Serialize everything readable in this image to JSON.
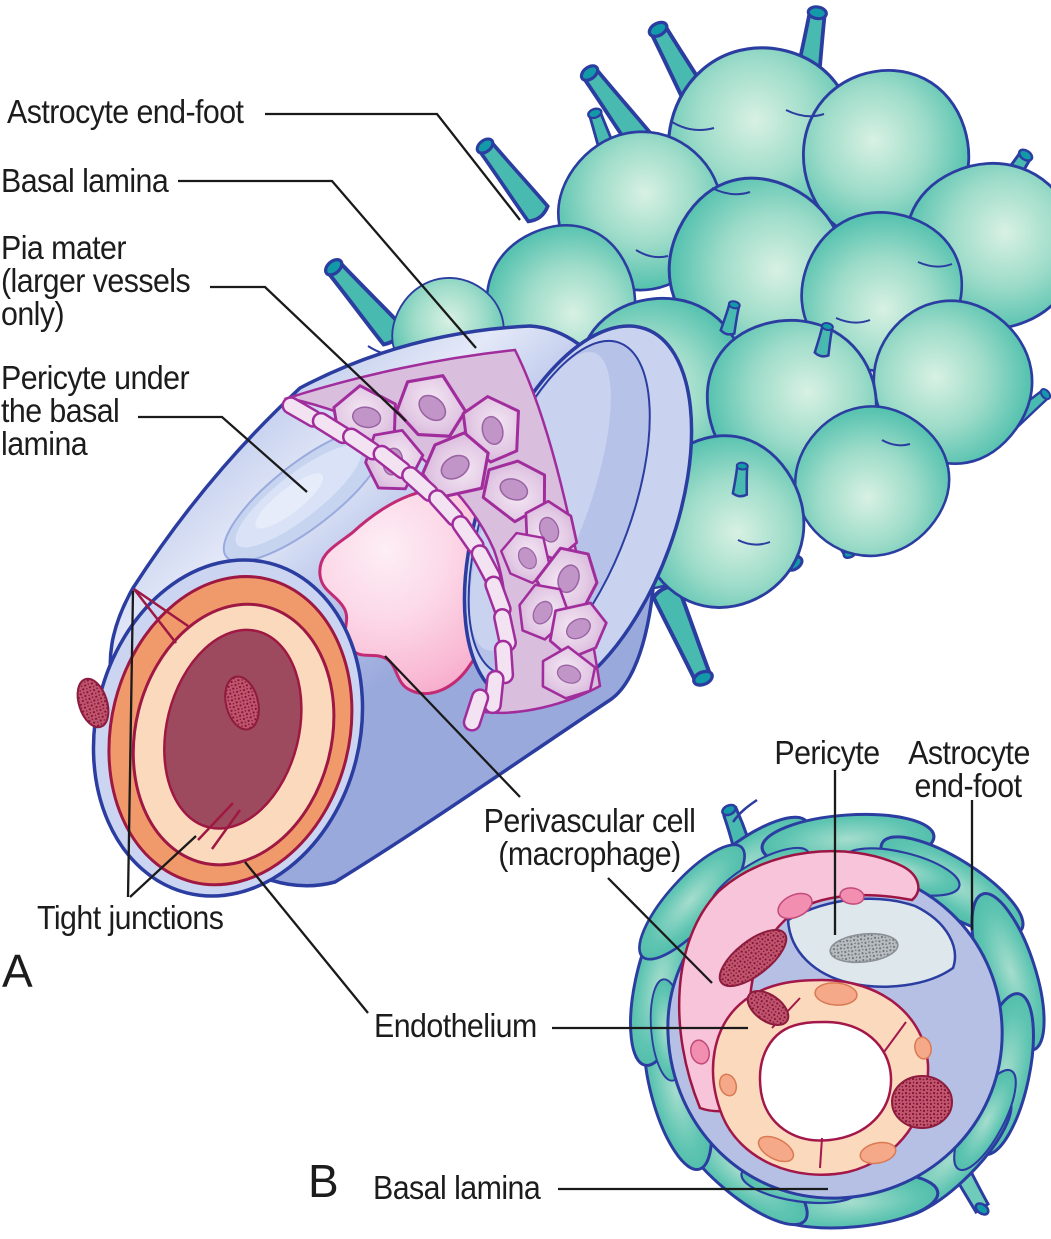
{
  "figure": {
    "panelA": {
      "letter": "A",
      "labels": {
        "astrocyte_end_foot": "Astrocyte end-foot",
        "basal_lamina": "Basal lamina",
        "pia_mater": "Pia mater\n(larger vessels\nonly)",
        "pericyte_under": "Pericyte under\nthe basal\nlamina",
        "tight_junctions": "Tight junctions",
        "perivascular_cell": "Perivascular cell\n(macrophage)",
        "endothelium": "Endothelium"
      }
    },
    "panelB": {
      "letter": "B",
      "labels": {
        "pericyte": "Pericyte",
        "astrocyte_end_foot": "Astrocyte\nend-foot",
        "basal_lamina": "Basal lamina"
      }
    },
    "colors": {
      "astrocyte_teal": "#52c1ae",
      "astrocyte_cap_teal": "#139aa8",
      "outline_navy": "#2b3da0",
      "basal_lamina_lavender": "#c3cdec",
      "cross_section_lavender": "#b5c0e4",
      "pia_cell_mauve": "#e2c8e4",
      "pia_outline_magenta": "#a12d9c",
      "macrophage_pink": "#f9bcd6",
      "crimson_outline": "#9e1843",
      "endothelium_peach": "#fad9bd",
      "endothelium_salmon": "#f09a6c",
      "lumen_rose": "#c06a7c",
      "nucleus_red": "#c2546e",
      "nucleus_gray": "#b9bec2",
      "label_text": "#1c1c1c"
    }
  }
}
